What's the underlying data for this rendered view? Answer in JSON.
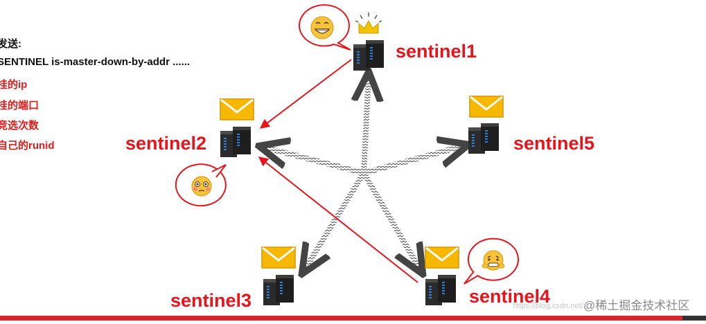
{
  "info": {
    "title": "发送:",
    "command": "SENTINEL is-master-down-by-addr ......",
    "items": [
      "挂的ip",
      "挂的端口",
      "竞选次数",
      "自己的runid"
    ]
  },
  "nodes": [
    {
      "id": "sentinel1",
      "label": "sentinel1",
      "badge": "crown-icon",
      "emoji": "grinning-face-icon"
    },
    {
      "id": "sentinel2",
      "label": "sentinel2",
      "badge": "envelope-icon",
      "emoji": "pleading-face-icon"
    },
    {
      "id": "sentinel3",
      "label": "sentinel3",
      "badge": "envelope-icon"
    },
    {
      "id": "sentinel4",
      "label": "sentinel4",
      "badge": "envelope-icon",
      "emoji": "fearful-face-icon"
    },
    {
      "id": "sentinel5",
      "label": "sentinel5",
      "badge": "envelope-icon"
    }
  ],
  "watermark": "@稀土掘金技术社区",
  "blog_watermark": "https://blog.csdn.net/...",
  "colors": {
    "accent_red": "#e8141c",
    "server_dark": "#2b2b2b",
    "server_blue": "#2f7fd6",
    "envelope": "#f6b800",
    "crown": "#f2c400"
  }
}
